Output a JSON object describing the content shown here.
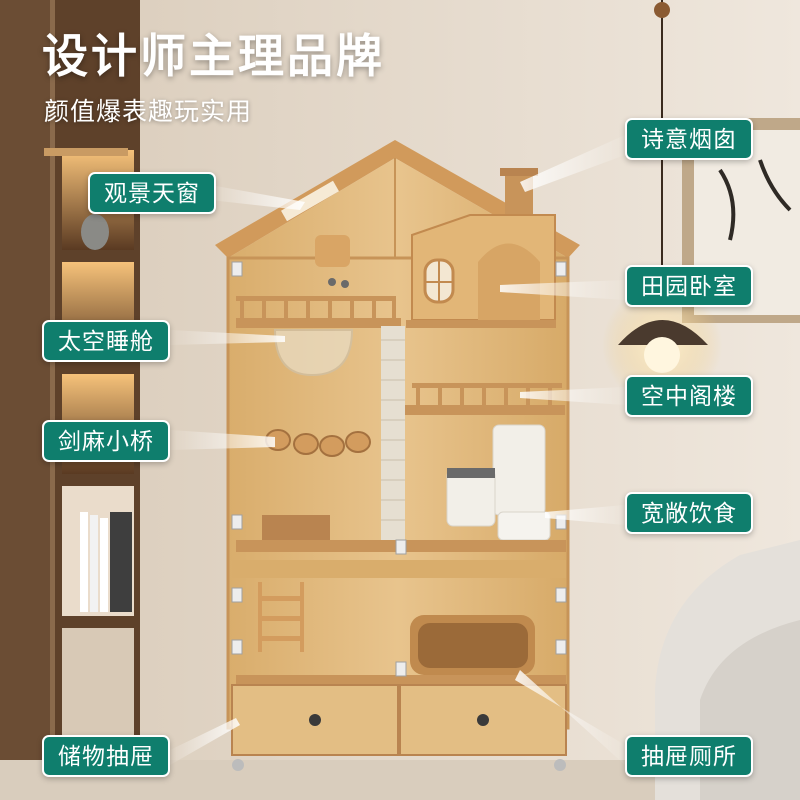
{
  "headline": "设计师主理品牌",
  "subline": "颜值爆表趣玩实用",
  "callouts": {
    "skylight": "观景天窗",
    "space_capsule": "太空睡舱",
    "sisal_bridge": "剑麻小桥",
    "storage_drawer": "储物抽屉",
    "chimney": "诗意烟囱",
    "bedroom": "田园卧室",
    "loft": "空中阁楼",
    "feeding": "宽敞饮食",
    "litter": "抽屉厕所"
  },
  "colors": {
    "callout_bg": "#0f7e6d",
    "accent": "#c99b63",
    "wood": "#e3be84"
  }
}
